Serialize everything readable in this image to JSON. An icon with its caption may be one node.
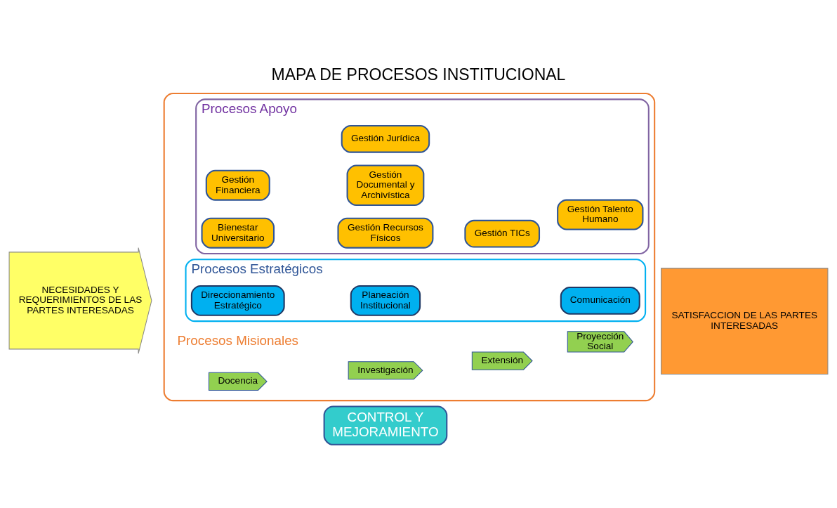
{
  "diagram": {
    "title": "MAPA DE PROCESOS INSTITUCIONAL",
    "nodes": [
      {
        "text": [
          "NECESIDADES Y REQUERIMIENTOS DE LAS PARTES INTERESADAS"
        ]
      },
      {
        "text": [],
        "shape": "ellipse"
      },
      {
        "text": [
          "Procesos Estratégicos"
        ],
        "in": 1
      },
      {
        "text": [
          "Direccionamiento Estratégico"
        ],
        "in": 2
      },
      {
        "text": [
          "Planeación Institucional"
        ],
        "in": 2
      },
      {
        "text": [
          "Comunicación"
        ],
        "in": 2
      },
      {
        "text": [
          "Docencia"
        ],
        "in": 1
      },
      {
        "text": [
          "Investigación"
        ],
        "in": 1
      },
      {
        "text": [
          "Extensión"
        ],
        "in": 1
      },
      {
        "text": [
          "Proyección Social"
        ],
        "in": 1
      },
      {
        "text": [
          "Procesos Apoyo"
        ],
        "in": 1
      },
      {
        "text": [
          "Gestión Financiera"
        ],
        "in": 10
      },
      {
        "text": [
          "Gestión Documental y Archivística"
        ],
        "in": 10
      },
      {
        "text": [
          "Gestión Talento Humano"
        ],
        "in": 10
      },
      {
        "text": [
          "Bienestar Universitario"
        ],
        "in": 10
      },
      {
        "text": [
          "Gestión Recursos Físicos"
        ],
        "in": 10
      },
      {
        "text": [
          "Gestión TICs"
        ],
        "in": 10
      },
      {
        "text": [
          "Gestión Jurídica"
        ],
        "in": 10
      },
      {
        "text": [
          "SATISFACCION DE LAS PARTES INTERESADAS"
        ]
      },
      {
        "text": [
          "CONTROL Y MEJORAMIENTO"
        ]
      }
    ],
    "labels": [
      "Procesos Misionales"
    ]
  }
}
